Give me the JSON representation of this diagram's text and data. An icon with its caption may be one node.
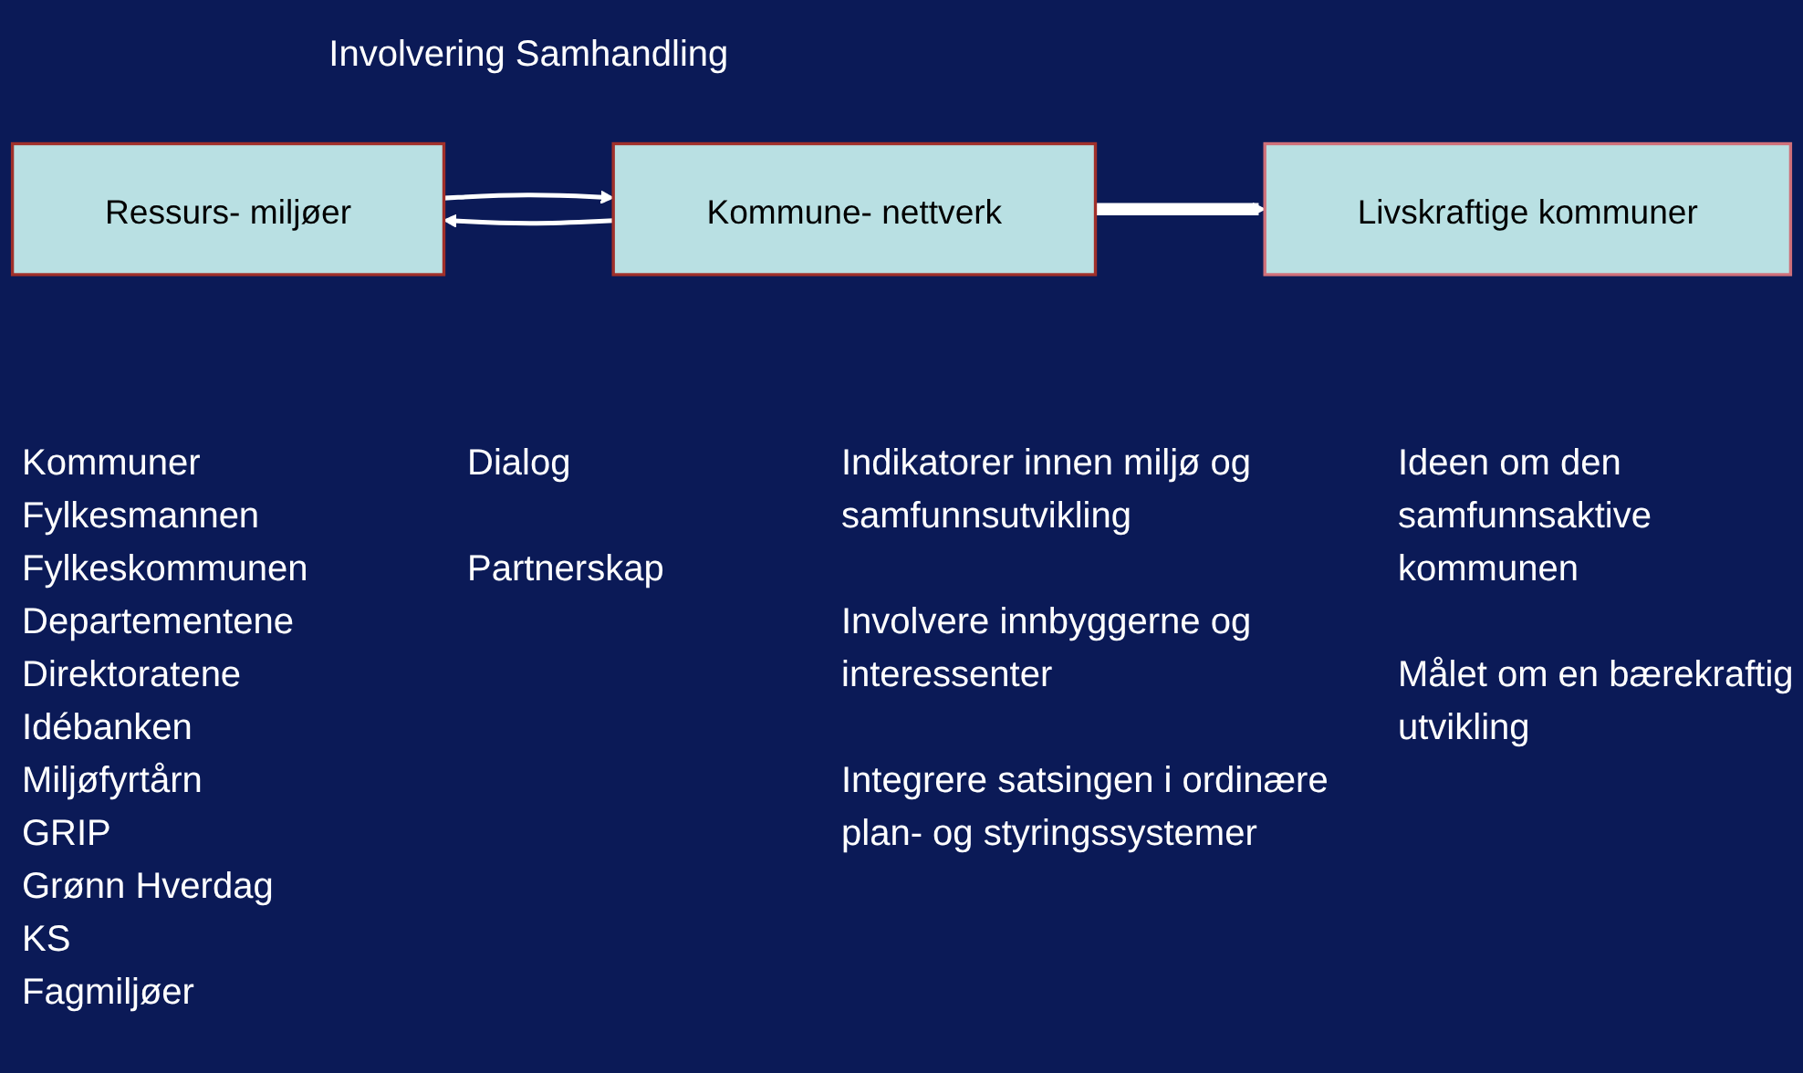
{
  "diagram": {
    "nodes": [
      {
        "text": [
          "Ressurs- miljøer"
        ]
      },
      {
        "text": [
          "Kommune- nettverk"
        ]
      },
      {
        "text": [
          "Livskraftige kommuner"
        ]
      }
    ],
    "edges": [
      {
        "from": 0,
        "to": 1,
        "arrow": "to"
      },
      {
        "from": 1,
        "to": 0,
        "arrow": "to"
      },
      {
        "from": 1,
        "to": 2,
        "arrow": "to",
        "style": "thick"
      }
    ],
    "labels": [
      "Involvering Samhandling",
      "Kommuner",
      "Fylkesmannen",
      "Fylkeskommunen",
      "Departementene",
      "Direktoratene",
      "Idébanken",
      "Miljøfyrtårn",
      "GRIP",
      "Grønn Hverdag",
      "KS",
      "Fagmiljøer",
      "Dialog",
      "Partnerskap",
      "Indikatorer innen miljø og samfunnsutvikling",
      "Involvere innbyggerne og interessenter",
      "Integrere satsingen i ordinære plan- og styringssystemer",
      "Ideen om den samfunnsaktive kommunen",
      "Målet om en bærekraftig utvikling"
    ]
  }
}
